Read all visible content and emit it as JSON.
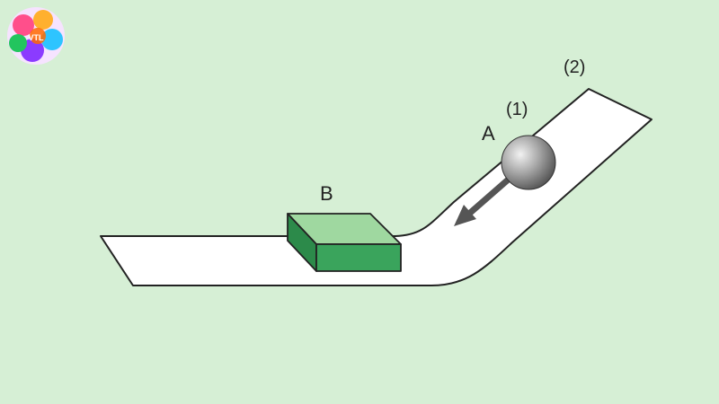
{
  "colors": {
    "background": "#d6efd5",
    "track_fill": "#ffffff",
    "track_stroke": "#222222",
    "block_top": "#9fd8a0",
    "block_front": "#3aa45c",
    "block_side": "#2c8a4a",
    "ball": "#8c8c8c",
    "arrow": "#555555"
  },
  "logo": {
    "icon": "colorful-swirl-logo",
    "text": "VTL"
  },
  "labels": {
    "ball": "A",
    "block": "B",
    "position_1": "(1)",
    "position_2": "(2)"
  }
}
